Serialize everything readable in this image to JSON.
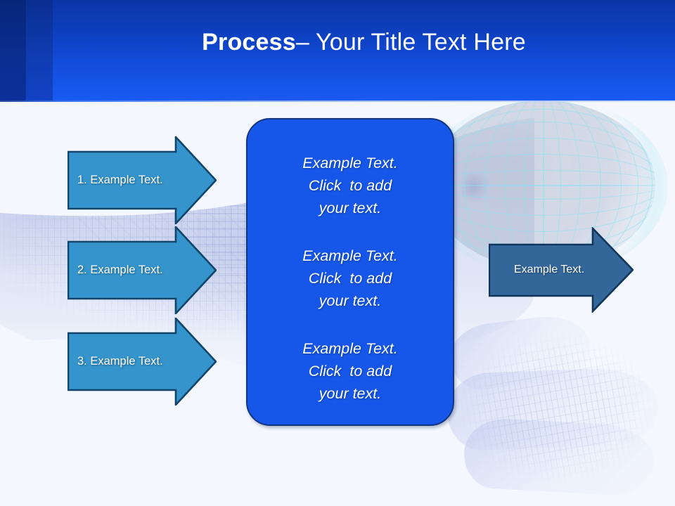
{
  "slide": {
    "title": {
      "bold_part": "Process",
      "rest_part": " – Your Title Text Here",
      "full": "Process – Your Title Text Here"
    },
    "colors": {
      "header_top": "#0A36A6",
      "header_bottom": "#1A5AF2",
      "header_stripe_dark": "#07257A",
      "header_stripe_mid": "#0A2E90",
      "slide_background": "#F4F7FD",
      "input_arrow_fill": "#3494CB",
      "input_arrow_outline": "#12456B",
      "output_arrow_fill": "#336699",
      "output_arrow_outline": "#12365B",
      "center_box_fill": "#1657EA",
      "center_box_outline": "#12357F",
      "text_white": "#FFFFFF"
    }
  },
  "input_arrows": [
    {
      "label": "1. Example Text."
    },
    {
      "label": "2. Example Text."
    },
    {
      "label": "3. Example Text."
    }
  ],
  "center_box": {
    "paragraphs": [
      {
        "line1": "Example Text.",
        "line2": "Click  to add",
        "line3": "your text."
      },
      {
        "line1": "Example Text.",
        "line2": "Click  to add",
        "line3": "your text."
      },
      {
        "line1": "Example Text.",
        "line2": "Click  to add",
        "line3": "your text."
      }
    ]
  },
  "output_arrow": {
    "label": "Example Text."
  },
  "background_art": {
    "elements": [
      "robotic-hand-circuit-image",
      "wireframe-globe-image"
    ]
  }
}
